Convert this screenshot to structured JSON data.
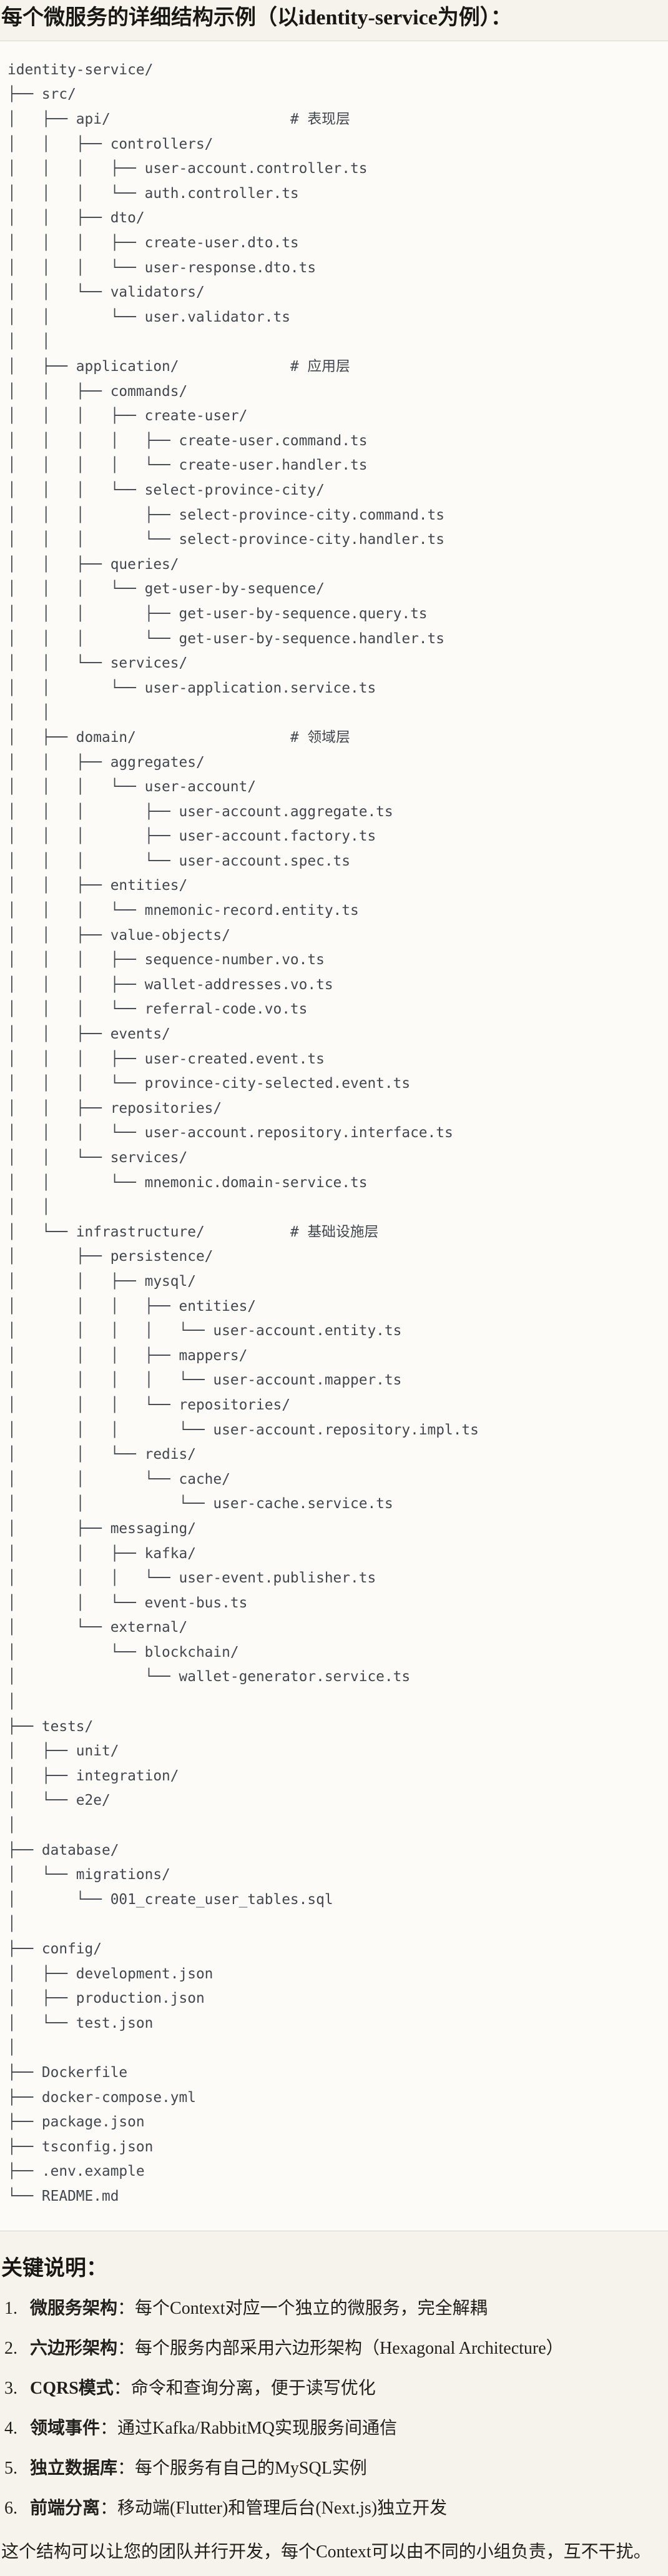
{
  "page": {
    "title": "每个微服务的详细结构示例（以identity-service为例）："
  },
  "tree": {
    "language": "plaintext-directory-tree",
    "text": "identity-service/\n├── src/\n│   ├── api/                     # 表现层\n│   │   ├── controllers/\n│   │   │   ├── user-account.controller.ts\n│   │   │   └── auth.controller.ts\n│   │   ├── dto/\n│   │   │   ├── create-user.dto.ts\n│   │   │   └── user-response.dto.ts\n│   │   └── validators/\n│   │       └── user.validator.ts\n│   │\n│   ├── application/             # 应用层\n│   │   ├── commands/\n│   │   │   ├── create-user/\n│   │   │   │   ├── create-user.command.ts\n│   │   │   │   └── create-user.handler.ts\n│   │   │   └── select-province-city/\n│   │   │       ├── select-province-city.command.ts\n│   │   │       └── select-province-city.handler.ts\n│   │   ├── queries/\n│   │   │   └── get-user-by-sequence/\n│   │   │       ├── get-user-by-sequence.query.ts\n│   │   │       └── get-user-by-sequence.handler.ts\n│   │   └── services/\n│   │       └── user-application.service.ts\n│   │\n│   ├── domain/                  # 领域层\n│   │   ├── aggregates/\n│   │   │   └── user-account/\n│   │   │       ├── user-account.aggregate.ts\n│   │   │       ├── user-account.factory.ts\n│   │   │       └── user-account.spec.ts\n│   │   ├── entities/\n│   │   │   └── mnemonic-record.entity.ts\n│   │   ├── value-objects/\n│   │   │   ├── sequence-number.vo.ts\n│   │   │   ├── wallet-addresses.vo.ts\n│   │   │   └── referral-code.vo.ts\n│   │   ├── events/\n│   │   │   ├── user-created.event.ts\n│   │   │   └── province-city-selected.event.ts\n│   │   ├── repositories/\n│   │   │   └── user-account.repository.interface.ts\n│   │   └── services/\n│   │       └── mnemonic.domain-service.ts\n│   │\n│   └── infrastructure/          # 基础设施层\n│       ├── persistence/\n│       │   ├── mysql/\n│       │   │   ├── entities/\n│       │   │   │   └── user-account.entity.ts\n│       │   │   ├── mappers/\n│       │   │   │   └── user-account.mapper.ts\n│       │   │   └── repositories/\n│       │   │       └── user-account.repository.impl.ts\n│       │   └── redis/\n│       │       └── cache/\n│       │           └── user-cache.service.ts\n│       ├── messaging/\n│       │   ├── kafka/\n│       │   │   └── user-event.publisher.ts\n│       │   └── event-bus.ts\n│       └── external/\n│           └── blockchain/\n│               └── wallet-generator.service.ts\n│\n├── tests/\n│   ├── unit/\n│   ├── integration/\n│   └── e2e/\n│\n├── database/\n│   └── migrations/\n│       └── 001_create_user_tables.sql\n│\n├── config/\n│   ├── development.json\n│   ├── production.json\n│   └── test.json\n│\n├── Dockerfile\n├── docker-compose.yml\n├── package.json\n├── tsconfig.json\n├── .env.example\n└── README.md"
  },
  "notes": {
    "heading": "关键说明：",
    "items": [
      {
        "num": "1.",
        "label": "微服务架构",
        "text": "：每个Context对应一个独立的微服务，完全解耦"
      },
      {
        "num": "2.",
        "label": "六边形架构",
        "text": "：每个服务内部采用六边形架构（Hexagonal Architecture）"
      },
      {
        "num": "3.",
        "label": "CQRS模式",
        "text": "：命令和查询分离，便于读写优化"
      },
      {
        "num": "4.",
        "label": "领域事件",
        "text": "：通过Kafka/RabbitMQ实现服务间通信"
      },
      {
        "num": "5.",
        "label": "独立数据库",
        "text": "：每个服务有自己的MySQL实例"
      },
      {
        "num": "6.",
        "label": "前端分离",
        "text": "：移动端(Flutter)和管理后台(Next.js)独立开发"
      }
    ],
    "footer": "这个结构可以让您的团队并行开发，每个Context可以由不同的小组负责，互不干扰。"
  },
  "colors": {
    "page_background": "#f5f3ec",
    "code_background": "#fcfbf8",
    "code_border": "#d9d6cd",
    "code_text": "#42474e",
    "body_text": "#201f1b"
  }
}
